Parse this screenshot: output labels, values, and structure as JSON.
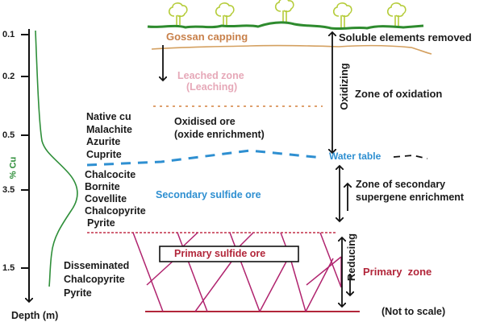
{
  "depth_axis": {
    "title": "Depth (m)",
    "cu_label": "% Cu",
    "ticks": [
      "0.1",
      "0.2",
      "0.5",
      "3.5",
      "1.5"
    ]
  },
  "zones": {
    "gossan": "Gossan capping",
    "leached_line1": "Leached zone",
    "leached_line2": "(Leaching)",
    "oxidised_line1": "Oxidised ore",
    "oxidised_line2": "(oxide enrichment)",
    "secondary_sulfide": "Secondary sulfide ore",
    "primary_sulfide": "Primary sulfide ore"
  },
  "minerals": {
    "oxide": [
      "Native cu",
      "Malachite",
      "Azurite",
      "Cuprite"
    ],
    "secondary": [
      "Chalcocite",
      "Bornite",
      "Covellite",
      "Chalcopyrite",
      "Pyrite"
    ],
    "primary": [
      "Disseminated",
      "Chalcopyrite",
      "Pyrite"
    ]
  },
  "right_labels": {
    "soluble": "Soluble elements removed",
    "oxidation": "Zone of oxidation",
    "oxidizing": "Oxidizing",
    "water_table": "Water table",
    "secondary_line1": "Zone of secondary",
    "secondary_line2": "supergene enrichment",
    "reducing": "Reducing",
    "primary_zone": "Primary  zone",
    "note": "(Not to scale)"
  },
  "colors": {
    "ground": "#2e8b2e",
    "tree": "#b5cc3a",
    "gossan": "#c8804a",
    "leached": "#e6a8b8",
    "oxide_boundary": "#d9925a",
    "water": "#2e8fd1",
    "primary_lines": "#b0236e",
    "primary_text": "#b2263a",
    "cu_curve": "#2f8f3a"
  }
}
